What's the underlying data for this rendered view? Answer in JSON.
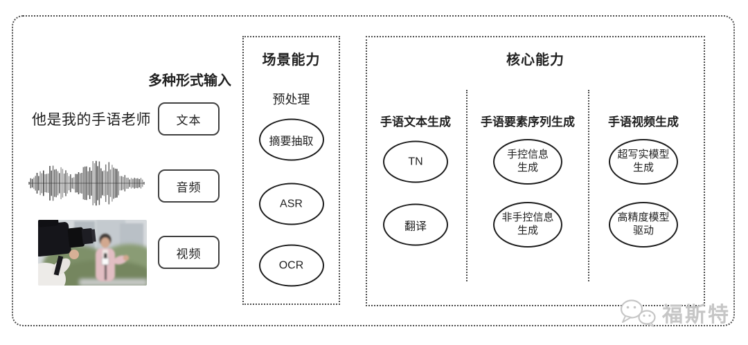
{
  "input_section": {
    "label": "多种形式输入",
    "sample_text": "他是我的手语老师",
    "buttons": [
      {
        "label": "文本"
      },
      {
        "label": "音频"
      },
      {
        "label": "视频"
      }
    ],
    "icons": {
      "audio": "audio-waveform-icon",
      "video": "camera-interview-photo"
    }
  },
  "scene_box": {
    "title": "场景能力",
    "subtitle": "预处理",
    "nodes": [
      "摘要抽取",
      "ASR",
      "OCR"
    ]
  },
  "core_box": {
    "title": "核心能力",
    "columns": [
      {
        "label": "手语文本生成",
        "nodes": [
          "TN",
          "翻译"
        ]
      },
      {
        "label": "手语要素序列生成",
        "nodes": [
          "手控信息\n生成",
          "非手控信息\n生成"
        ]
      },
      {
        "label": "手语视频生成",
        "nodes": [
          "超写实模型\n生成",
          "高精度模型\n驱动"
        ]
      }
    ]
  },
  "watermark": {
    "icon": "wechat-logo-icon",
    "text": "福斯特",
    "color": "#c6c6c6"
  },
  "colors": {
    "ink": "#1f1f1f",
    "dotted_border": "#4a4a4a",
    "node_border": "#1c1c1c"
  }
}
